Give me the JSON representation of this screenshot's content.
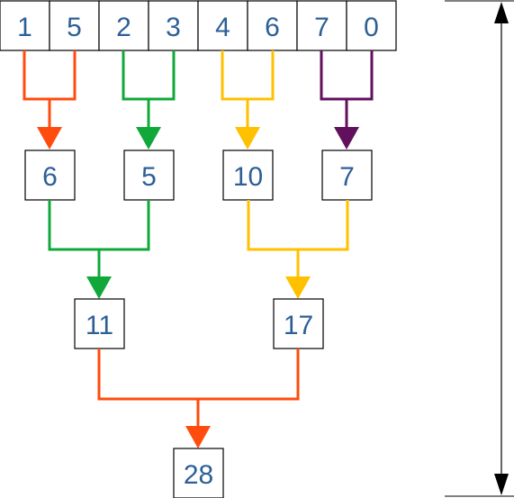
{
  "colors": {
    "number_text": "#2d5f95",
    "box_stroke": "#000000",
    "orange": "#ff4b0d",
    "green": "#10a83a",
    "yellow": "#ffc000",
    "purple": "#620f5e",
    "axis": "#000000"
  },
  "input_array": [
    "1",
    "5",
    "2",
    "3",
    "4",
    "6",
    "7",
    "0"
  ],
  "level1": [
    "6",
    "5",
    "10",
    "7"
  ],
  "level2": [
    "11",
    "17"
  ],
  "result": "28",
  "icons": {
    "arrowhead": "triangle-down",
    "axis_arrows": "double-headed-vertical-arrow"
  }
}
